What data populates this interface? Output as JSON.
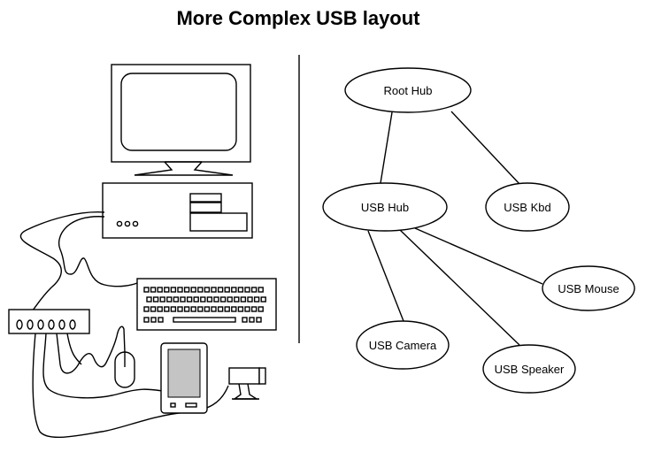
{
  "title": "More Complex USB layout",
  "graph": {
    "nodes": [
      {
        "id": "root",
        "label": "Root Hub"
      },
      {
        "id": "hub",
        "label": "USB Hub"
      },
      {
        "id": "kbd",
        "label": "USB Kbd"
      },
      {
        "id": "mouse",
        "label": "USB Mouse"
      },
      {
        "id": "camera",
        "label": "USB Camera"
      },
      {
        "id": "speaker",
        "label": "USB Speaker"
      }
    ],
    "edges": [
      {
        "from": "root",
        "to": "hub"
      },
      {
        "from": "root",
        "to": "kbd"
      },
      {
        "from": "hub",
        "to": "mouse"
      },
      {
        "from": "hub",
        "to": "camera"
      },
      {
        "from": "hub",
        "to": "speaker"
      }
    ]
  },
  "illustration": {
    "devices": [
      "monitor",
      "computer",
      "keyboard",
      "usb-hub",
      "mouse",
      "pda",
      "webcam"
    ]
  }
}
